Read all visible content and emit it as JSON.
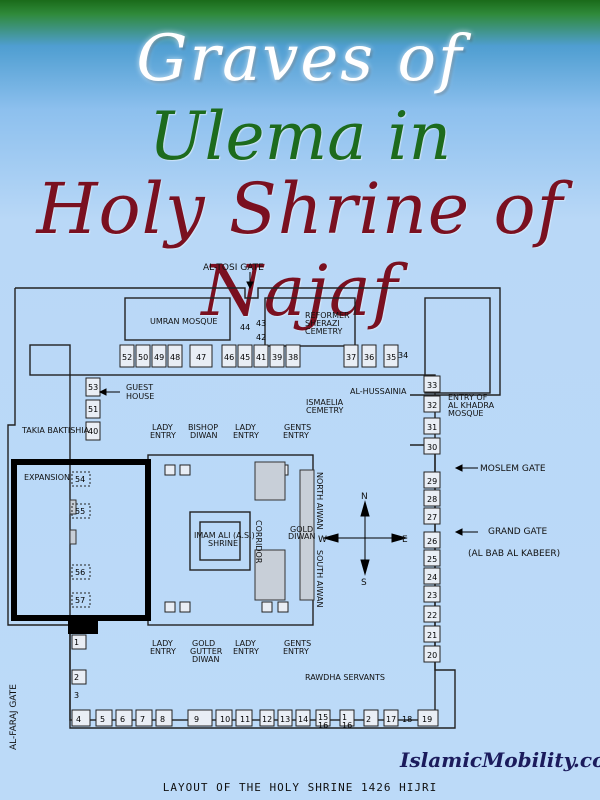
{
  "title": {
    "line1": "Graves of",
    "line2": "Ulema in",
    "line3": "Holy Shrine of Najaf"
  },
  "brand": "IslamicMobility.com",
  "caption": "LAYOUT OF THE HOLY SHRINE 1426 HIJRI",
  "compass": {
    "north": "N",
    "south": "S",
    "east": "E",
    "west": "W"
  },
  "labels": {
    "tosi_gate": "AL-TOSI GATE",
    "umran_mosque": "UMRAN MOSQUE",
    "reformer_1": "REFORMER",
    "reformer_2": "SHERAZI",
    "reformer_3": "CEMETRY",
    "guest_house_1": "GUEST",
    "guest_house_2": "HOUSE",
    "takia": "TAKIA BAKTISHIA",
    "ismaelia_1": "ISMAELIA",
    "ismaelia_2": "CEMETRY",
    "al_hussainia": "AL-HUSSAINIA",
    "khadra_1": "ENTRY OF",
    "khadra_2": "AL KHADRA",
    "khadra_3": "MOSQUE",
    "lady_entry": "LADY",
    "entry": "ENTRY",
    "bishop_1": "BISHOP",
    "bishop_2": "DIWAN",
    "gents": "GENTS",
    "moslem_gate": "MOSLEM GATE",
    "grand_gate_1": "GRAND GATE",
    "grand_gate_2": "(AL BAB AL KABEER)",
    "expansion": "EXPANSION",
    "imam_1": "IMAM ALI (A.S.)",
    "imam_2": "SHRINE",
    "corridor": "CORRIDOR",
    "north_aiwan": "NORTH AIWAN",
    "south_aiwan": "SOUTH AIWAN",
    "gold_diwan_1": "GOLD",
    "gold_diwan_2": "DIWAN",
    "gold_gutter_1": "GOLD",
    "gold_gutter_2": "GUTTER",
    "gold_gutter_3": "DIWAN",
    "faraj_gate": "AL-FARAJ GATE",
    "rawdha": "RAWDHA SERVANTS"
  },
  "grave_numbers": {
    "north_row": [
      "52",
      "50",
      "49",
      "48",
      "47",
      "46",
      "45",
      "41",
      "39",
      "38",
      "37",
      "36",
      "35",
      "34"
    ],
    "reformer": [
      "44",
      "43",
      "42"
    ],
    "east_top": [
      "33",
      "32",
      "31",
      "30"
    ],
    "east_side": [
      "29",
      "28",
      "27",
      "26",
      "25",
      "24",
      "23",
      "22",
      "21",
      "20",
      "19"
    ],
    "south_row": [
      "4",
      "5",
      "6",
      "7",
      "8",
      "9",
      "10",
      "11",
      "12",
      "13",
      "14",
      "15",
      "16",
      "1",
      "16",
      "2",
      "17",
      "18"
    ],
    "west_side": [
      "1",
      "2",
      "3"
    ],
    "west_upper": [
      "53",
      "51",
      "40"
    ],
    "expansion": [
      "54",
      "55",
      "56",
      "57"
    ]
  }
}
